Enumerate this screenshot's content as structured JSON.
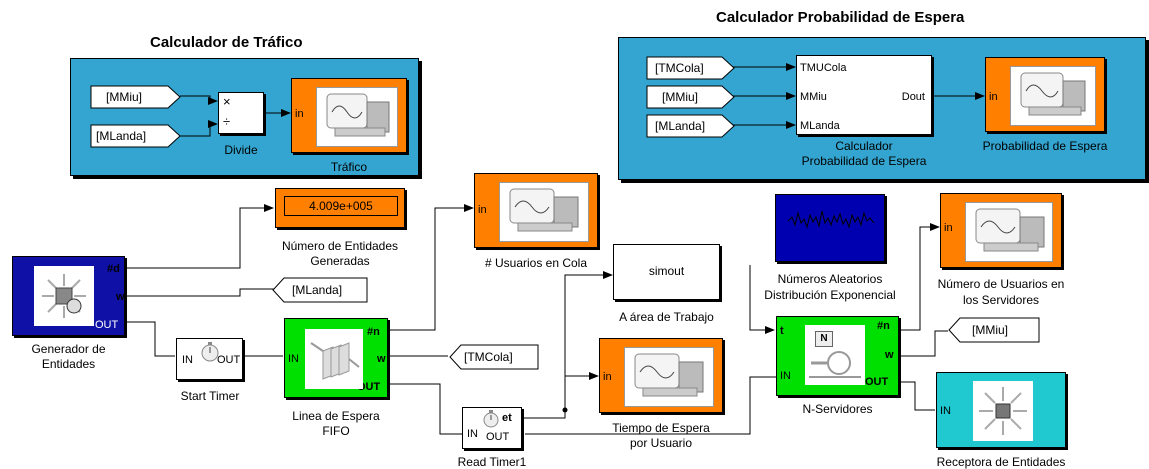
{
  "subsystems": {
    "trafico": {
      "title": "Calculador de Tráfico"
    },
    "probabilidad": {
      "title": "Calculador Probabilidad de Espera"
    }
  },
  "blocks": {
    "mmiu_from_1": "[MMiu]",
    "mlanda_from_1": "[MLanda]",
    "divide": {
      "label": "Divide",
      "port_mul": "×",
      "port_div": "÷"
    },
    "trafico_scope": {
      "label": "Tráfico",
      "in": "in"
    },
    "tmucola_from": "[TMCola]",
    "mmiu_from_2": "[MMiu]",
    "mlanda_from_2": "[MLanda]",
    "calculador": {
      "label_line1": "Calculador",
      "label_line2": "Probabilidad de Espera",
      "in1": "TMUCola",
      "in2": "MMiu",
      "in3": "MLanda",
      "out": "Dout"
    },
    "prob_scope": {
      "label": "Probabilidad de Espera",
      "in": "in"
    },
    "display": {
      "value": "4.009e+005",
      "label_line1": "Número de Entidades",
      "label_line2": "Generadas"
    },
    "generador": {
      "label_line1": "Generador de",
      "label_line2": "Entidades",
      "port_n": "#d",
      "port_w": "w",
      "port_out": "OUT"
    },
    "mlanda_goto": "[MLanda]",
    "usuarios_cola": {
      "label": "# Usuarios en Cola",
      "in": "in"
    },
    "simout": {
      "value": "simout",
      "label": "A área de Trabajo"
    },
    "start_timer": {
      "label": "Start Timer",
      "in": "IN",
      "out": "OUT"
    },
    "fifo": {
      "label_line1": "Linea de Espera",
      "label_line2": "FIFO",
      "in": "IN",
      "n": "#n",
      "w": "w",
      "out": "OUT"
    },
    "tmcola_goto": "[TMCola]",
    "tiempo_espera": {
      "label_line1": "Tiempo de Espera",
      "label_line2": "por Usuario",
      "in": "in"
    },
    "read_timer": {
      "label": "Read Timer1",
      "in": "IN",
      "et": "et",
      "out": "OUT"
    },
    "aleatorios": {
      "label_line1": "Números Aleatorios",
      "label_line2": "Distribución Exponencial"
    },
    "servidores": {
      "label": "N-Servidores",
      "t": "t",
      "in": "IN",
      "n": "#n",
      "w": "w",
      "out": "OUT",
      "icon": "N"
    },
    "usuarios_servidores": {
      "label_line1": "Número de Usuarios en",
      "label_line2": "los Servidores",
      "in": "in"
    },
    "mmiu_goto": "[MMiu]",
    "receptora": {
      "label": "Receptora de Entidades",
      "in": "IN"
    }
  }
}
